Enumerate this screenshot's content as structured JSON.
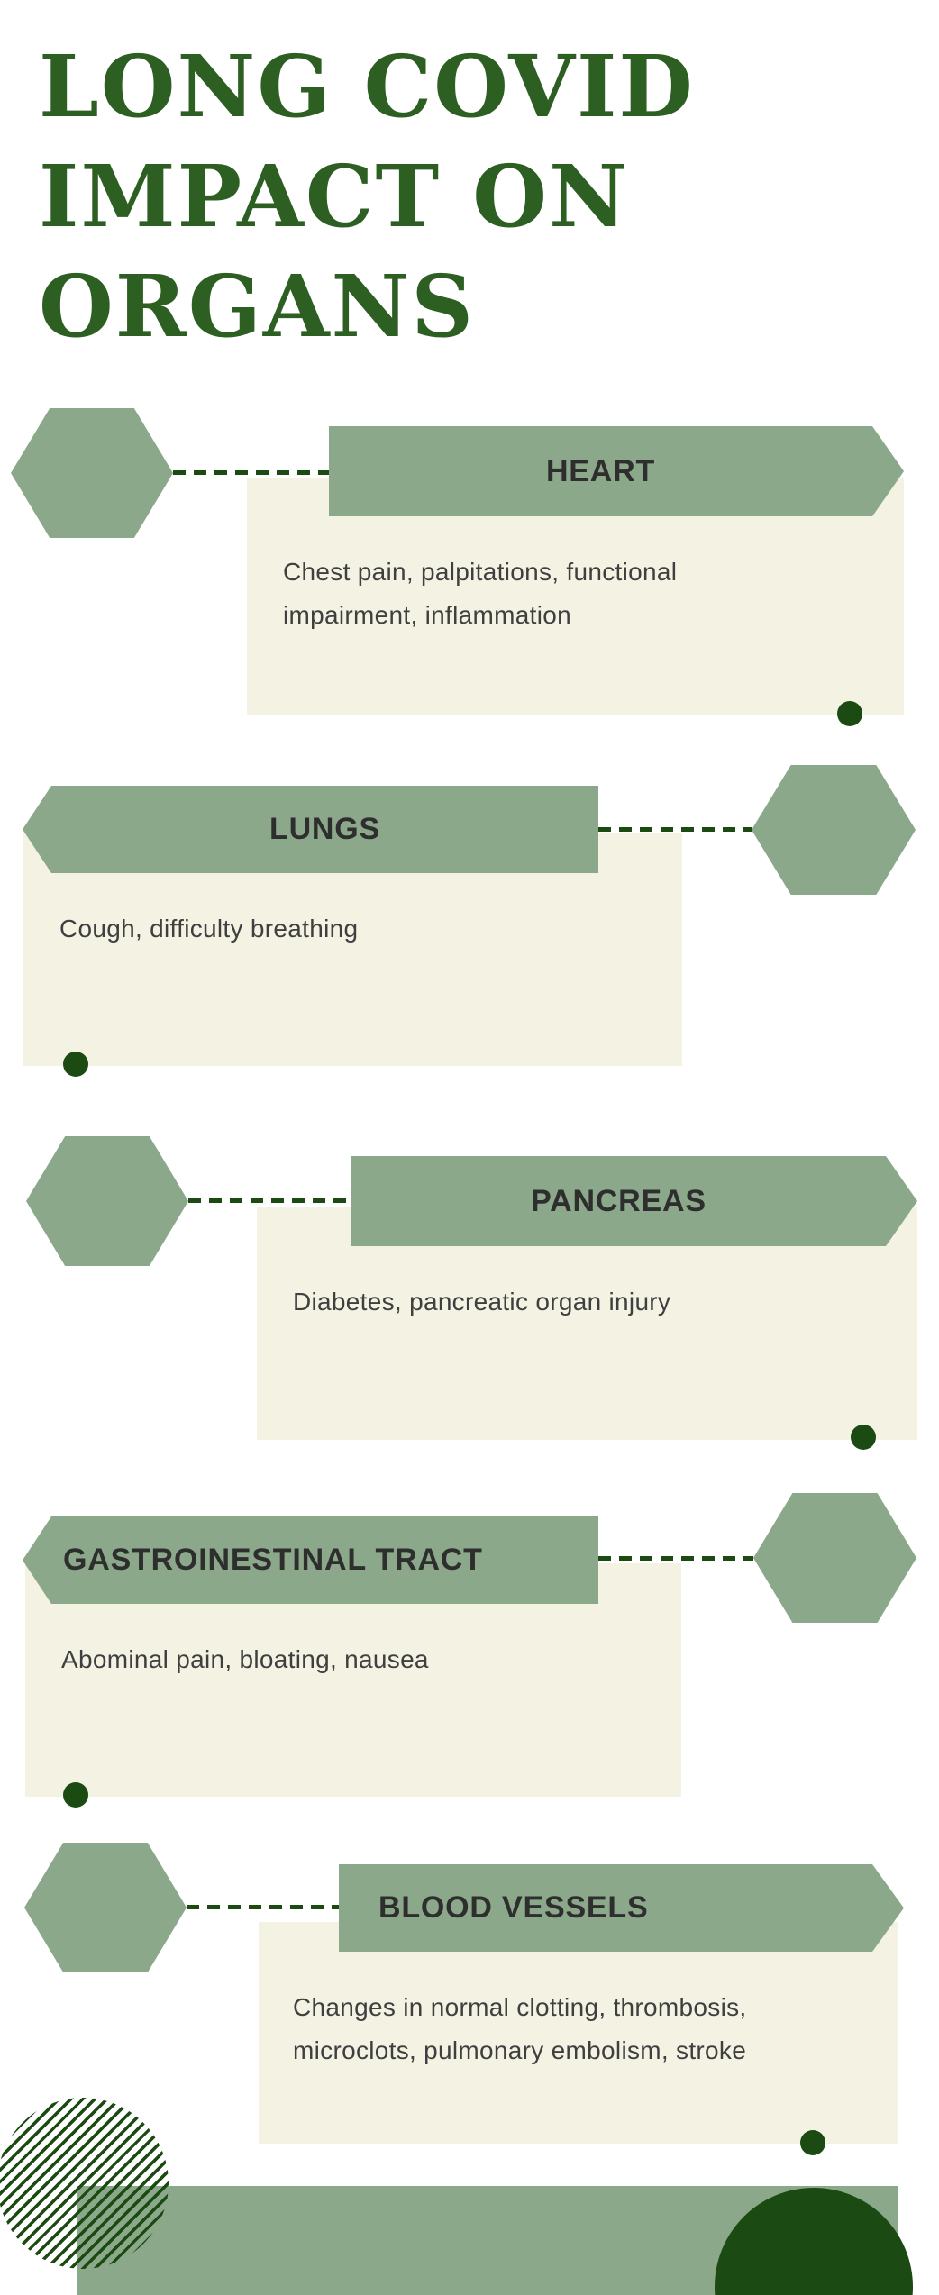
{
  "page": {
    "title_lines": [
      "LONG COVID",
      "IMPACT ON",
      "ORGANS"
    ]
  },
  "colors": {
    "sage": "#8CA88A",
    "cream": "#F3F2E3",
    "dark": "#1B4A12",
    "title-green": "#2D5F23",
    "heading-text": "#2E2E2E",
    "body-text": "#3F3F3F"
  },
  "sections": [
    {
      "id": "heart",
      "title": "HEART",
      "description_lines": [
        "Chest pain, palpitations, functional",
        "impairment, inflammation"
      ]
    },
    {
      "id": "lungs",
      "title": "LUNGS",
      "description_lines": [
        "Cough, difficulty breathing"
      ]
    },
    {
      "id": "pancreas",
      "title": "PANCREAS",
      "description_lines": [
        "Diabetes, pancreatic organ injury"
      ]
    },
    {
      "id": "gastrointestinal",
      "title": "GASTROINESTINAL TRACT",
      "description_lines": [
        "Abominal pain, bloating, nausea"
      ]
    },
    {
      "id": "blood-vessels",
      "title": "BLOOD VESSELS",
      "description_lines": [
        "Changes in normal clotting, thrombosis,",
        "microclots, pulmonary embolism, stroke"
      ]
    }
  ]
}
